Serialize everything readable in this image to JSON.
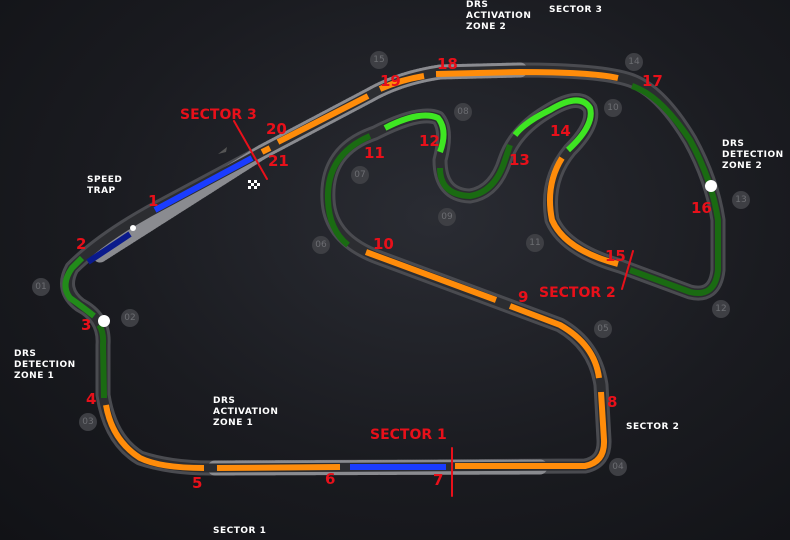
{
  "labels": {
    "speed_trap": "SPEED TRAP",
    "drs_act1": "DRS ACTIVATION ZONE 1",
    "drs_act2": "DRS ACTIVATION ZONE 2",
    "drs_det1": "DRS DETECTION ZONE 1",
    "drs_det2": "DRS DETECTION ZONE 2",
    "sector1": "SECTOR 1",
    "sector2": "SECTOR 2",
    "sector3": "SECTOR 3"
  },
  "sector_lines": {
    "s1": "SECTOR 1",
    "s2": "SECTOR 2",
    "s3": "SECTOR 3"
  },
  "turns": [
    "1",
    "2",
    "3",
    "4",
    "5",
    "6",
    "7",
    "8",
    "9",
    "10",
    "11",
    "12",
    "13",
    "14",
    "15",
    "16",
    "17",
    "18",
    "19",
    "20",
    "21"
  ],
  "markers": [
    "01",
    "02",
    "03",
    "04",
    "05",
    "06",
    "07",
    "08",
    "09",
    "10",
    "11",
    "12",
    "13",
    "14",
    "15"
  ],
  "colors": {
    "track": "#4a4b50",
    "orange": "#ff8c0a",
    "dark_green": "#1a6b12",
    "bright_green": "#3ee622",
    "blue": "#1a3cff",
    "dark_blue": "#0a1a8c",
    "sector_red": "#e8101a"
  }
}
